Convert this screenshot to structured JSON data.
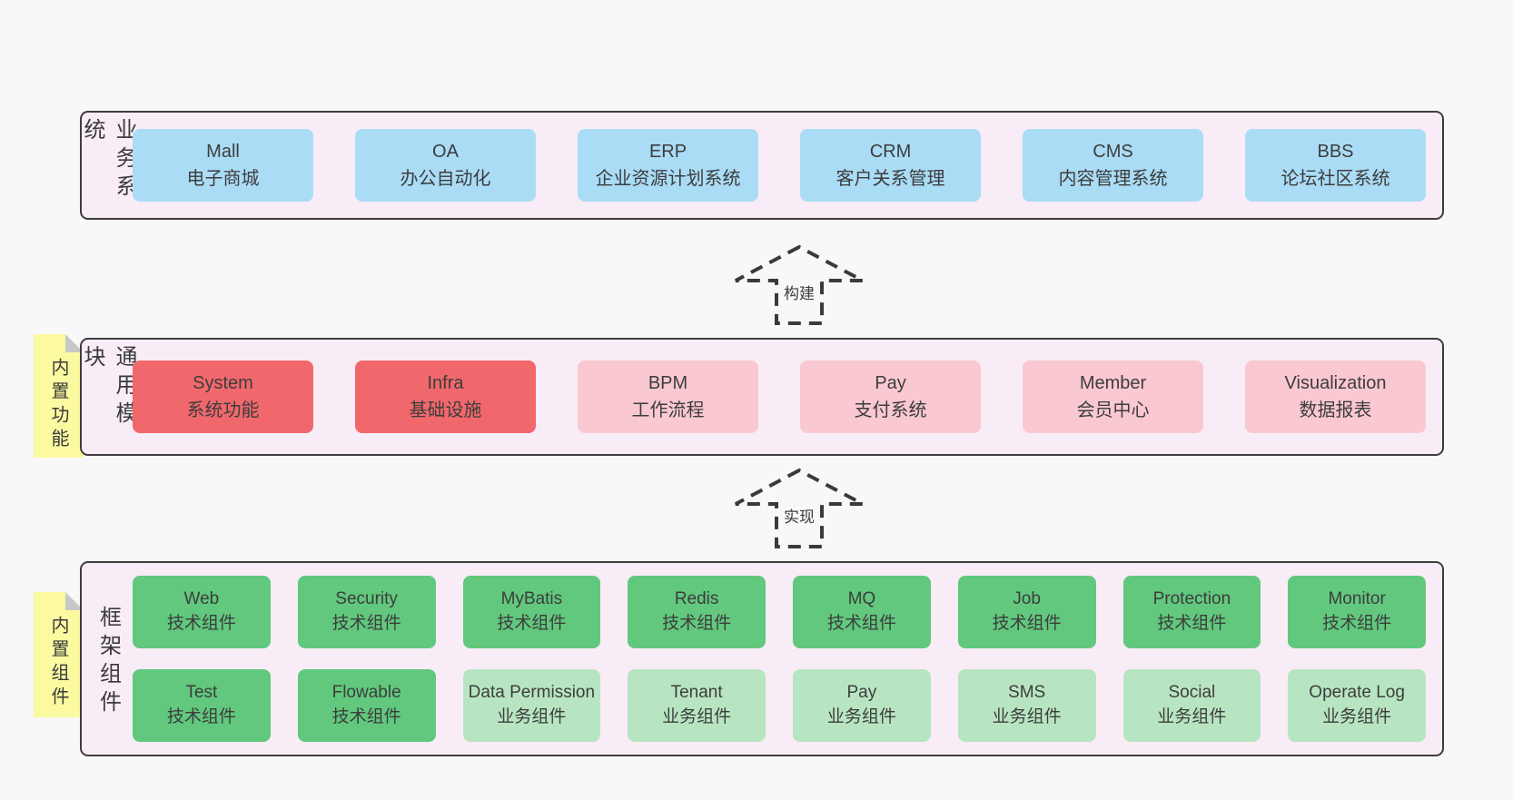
{
  "colors": {
    "page_background": "#f8f8f8",
    "panel_background": "#f8edf6",
    "panel_border": "#3d3d3d",
    "box_blue": "#aadcf6",
    "box_red": "#f1686c",
    "box_pink": "#fac8d1",
    "box_green": "#61c87d",
    "box_light_green": "#b8e5c1",
    "note_yellow": "#fbfaa0",
    "note_fold_gray": "#c8c8c8",
    "text": "#3d3d3d"
  },
  "arrows": [
    {
      "label": "构建"
    },
    {
      "label": "实现"
    }
  ],
  "layers": [
    {
      "label": "业务系统",
      "boxes": [
        {
          "name": "Mall",
          "subtitle": "电子商城",
          "variant": "variant-blue"
        },
        {
          "name": "OA",
          "subtitle": "办公自动化",
          "variant": "variant-blue"
        },
        {
          "name": "ERP",
          "subtitle": "企业资源计划系统",
          "variant": "variant-blue"
        },
        {
          "name": "CRM",
          "subtitle": "客户关系管理",
          "variant": "variant-blue"
        },
        {
          "name": "CMS",
          "subtitle": "内容管理系统",
          "variant": "variant-blue"
        },
        {
          "name": "BBS",
          "subtitle": "论坛社区系统",
          "variant": "variant-blue"
        }
      ]
    },
    {
      "label": "通用模块",
      "note": "内置功能",
      "boxes": [
        {
          "name": "System",
          "subtitle": "系统功能",
          "variant": "variant-red"
        },
        {
          "name": "Infra",
          "subtitle": "基础设施",
          "variant": "variant-red"
        },
        {
          "name": "BPM",
          "subtitle": "工作流程",
          "variant": "variant-pink"
        },
        {
          "name": "Pay",
          "subtitle": "支付系统",
          "variant": "variant-pink"
        },
        {
          "name": "Member",
          "subtitle": "会员中心",
          "variant": "variant-pink"
        },
        {
          "name": "Visualization",
          "subtitle": "数据报表",
          "variant": "variant-pink"
        }
      ]
    },
    {
      "label": "框架组件",
      "note": "内置组件",
      "rows": [
        [
          {
            "name": "Web",
            "subtitle": "技术组件",
            "variant": "variant-green"
          },
          {
            "name": "Security",
            "subtitle": "技术组件",
            "variant": "variant-green"
          },
          {
            "name": "MyBatis",
            "subtitle": "技术组件",
            "variant": "variant-green"
          },
          {
            "name": "Redis",
            "subtitle": "技术组件",
            "variant": "variant-green"
          },
          {
            "name": "MQ",
            "subtitle": "技术组件",
            "variant": "variant-green"
          },
          {
            "name": "Job",
            "subtitle": "技术组件",
            "variant": "variant-green"
          },
          {
            "name": "Protection",
            "subtitle": "技术组件",
            "variant": "variant-green"
          },
          {
            "name": "Monitor",
            "subtitle": "技术组件",
            "variant": "variant-green"
          }
        ],
        [
          {
            "name": "Test",
            "subtitle": "技术组件",
            "variant": "variant-green"
          },
          {
            "name": "Flowable",
            "subtitle": "技术组件",
            "variant": "variant-green"
          },
          {
            "name": "Data Permission",
            "subtitle": "业务组件",
            "variant": "variant-lightgreen"
          },
          {
            "name": "Tenant",
            "subtitle": "业务组件",
            "variant": "variant-lightgreen"
          },
          {
            "name": "Pay",
            "subtitle": "业务组件",
            "variant": "variant-lightgreen"
          },
          {
            "name": "SMS",
            "subtitle": "业务组件",
            "variant": "variant-lightgreen"
          },
          {
            "name": "Social",
            "subtitle": "业务组件",
            "variant": "variant-lightgreen"
          },
          {
            "name": "Operate Log",
            "subtitle": "业务组件",
            "variant": "variant-lightgreen"
          }
        ]
      ]
    }
  ]
}
